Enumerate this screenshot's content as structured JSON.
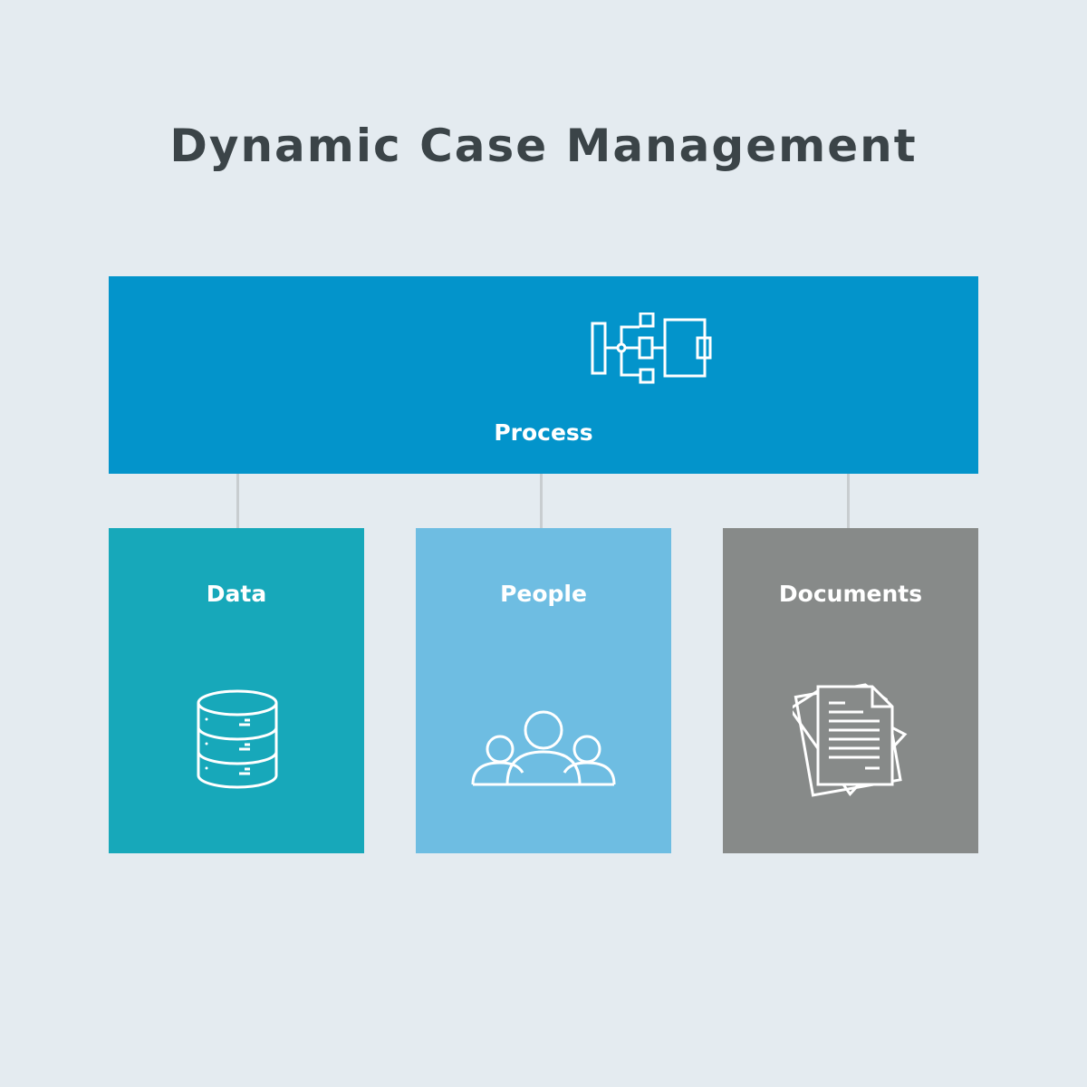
{
  "title": "Dynamic Case Management",
  "process": {
    "label": "Process",
    "icon": "flowchart-icon",
    "color": "#0394cb"
  },
  "cards": [
    {
      "label": "Data",
      "icon": "database-icon",
      "color": "#17a8ba"
    },
    {
      "label": "People",
      "icon": "people-group-icon",
      "color": "#6ebde2"
    },
    {
      "label": "Documents",
      "icon": "documents-icon",
      "color": "#878a89"
    }
  ]
}
